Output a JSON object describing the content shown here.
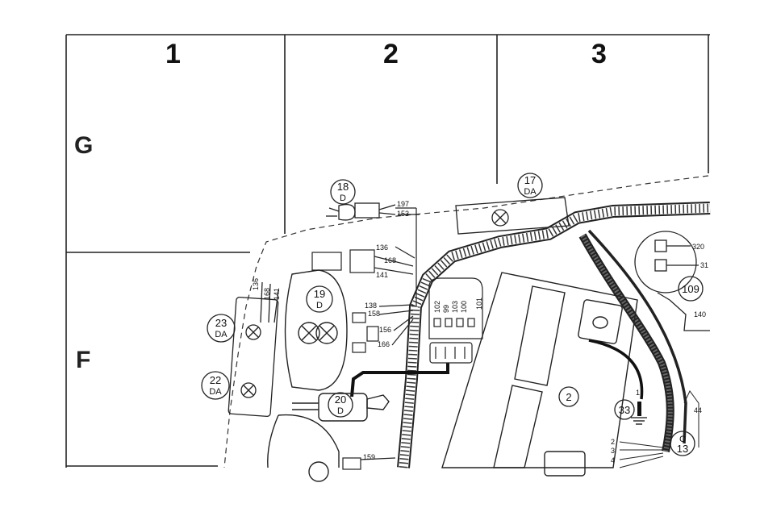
{
  "grid": {
    "columns": [
      "1",
      "2",
      "3"
    ],
    "rows": [
      "G",
      "F"
    ]
  },
  "components": [
    {
      "id": "c18",
      "num": "18",
      "sub": "D"
    },
    {
      "id": "c17",
      "num": "17",
      "sub": "DA"
    },
    {
      "id": "c19",
      "num": "19",
      "sub": "D"
    },
    {
      "id": "c23",
      "num": "23",
      "sub": "DA"
    },
    {
      "id": "c22",
      "num": "22",
      "sub": "DA"
    },
    {
      "id": "c20",
      "num": "20",
      "sub": "D"
    },
    {
      "id": "c2",
      "num": "2",
      "sub": ""
    },
    {
      "id": "c33",
      "num": "33",
      "sub": ""
    },
    {
      "id": "c109",
      "num": "109",
      "sub": ""
    },
    {
      "id": "c13",
      "num": "13",
      "sub": "C"
    }
  ],
  "wire_labels": {
    "w197": "197",
    "w153": "153",
    "w136a": "136",
    "w168a": "168",
    "w141a": "141",
    "w136b": "136",
    "w168b": "168",
    "w141b": "141",
    "w138": "138",
    "w158": "158",
    "w156": "156",
    "w166": "166",
    "w102": "102",
    "w99": "99",
    "w103": "103",
    "w100": "100",
    "w101": "101",
    "w320": "320",
    "w31": "31",
    "w140": "140",
    "w44": "44",
    "w1": "1",
    "w2": "2",
    "w3": "3",
    "w4": "4",
    "w159": "159"
  }
}
